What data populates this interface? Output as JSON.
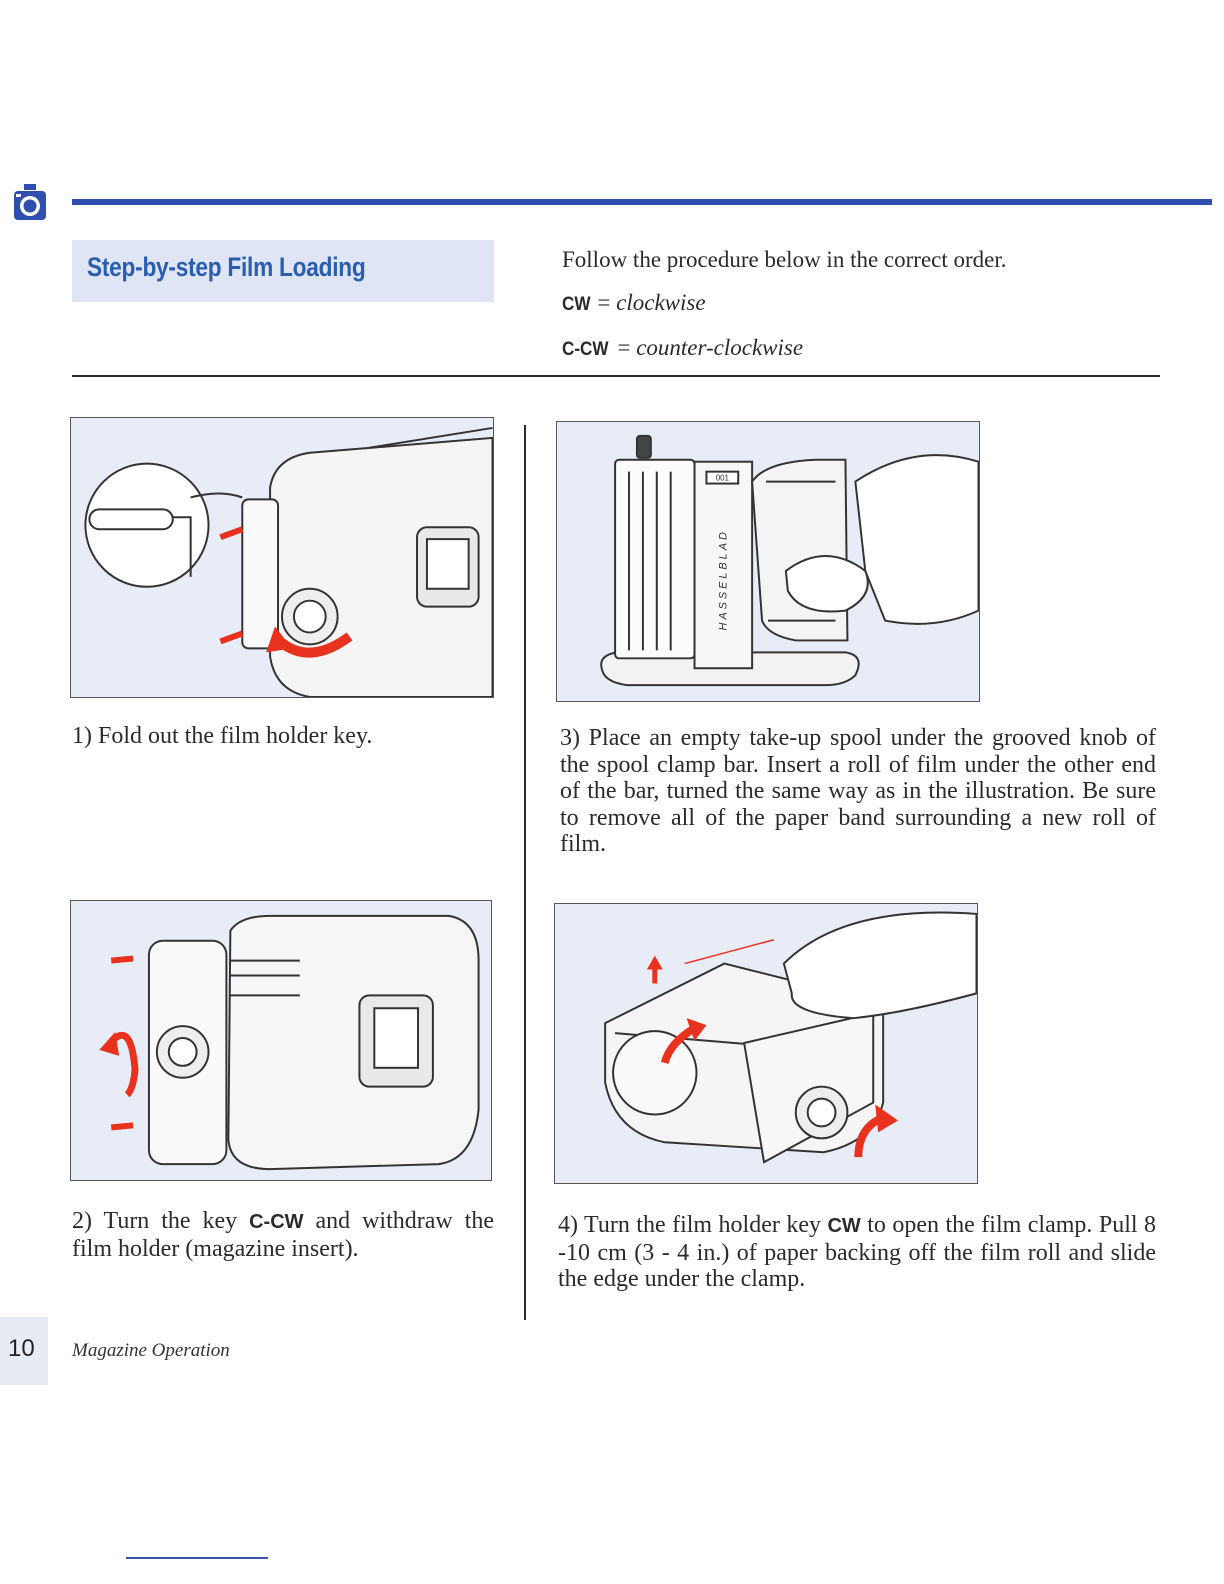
{
  "header": {
    "icon": "camera-icon",
    "accent_color": "#2e4fb0",
    "title": "Step-by-step Film Loading",
    "title_color": "#2a5fb0",
    "title_background": "#dfe5f4"
  },
  "intro": {
    "line1": "Follow the procedure below in the correct order.",
    "cw_abbr": "CW",
    "cw_eq": " = ",
    "cw_meaning": "clockwise",
    "ccw_abbr": "C-CW",
    "ccw_eq": " = ",
    "ccw_meaning": "counter-clockwise"
  },
  "steps": [
    {
      "figure": "film-holder-key-illustration",
      "text": "1) Fold out the film holder key."
    },
    {
      "figure": "withdraw-film-holder-illustration",
      "text_before": "2) Turn the key ",
      "abbr": "C-CW",
      "text_after": " and withdraw the film holder (magazine insert)."
    },
    {
      "figure": "place-spool-illustration",
      "text": "3) Place an empty take-up spool under the grooved knob of the spool clamp bar. Insert a roll of film under the other end of the bar, turned the same way as in the illustration. Be sure to remove all of the paper band surrounding a new roll of film.",
      "counter_label": "001",
      "brand_label": "HASSELBLAD"
    },
    {
      "figure": "film-clamp-illustration",
      "text_before": "4) Turn the film holder key ",
      "abbr": "CW",
      "text_after": " to open the film clamp. Pull 8 -10 cm (3 - 4 in.) of paper backing off the film roll and slide the edge under the clamp."
    }
  ],
  "footer": {
    "page_number": "10",
    "section": "Magazine Operation"
  }
}
